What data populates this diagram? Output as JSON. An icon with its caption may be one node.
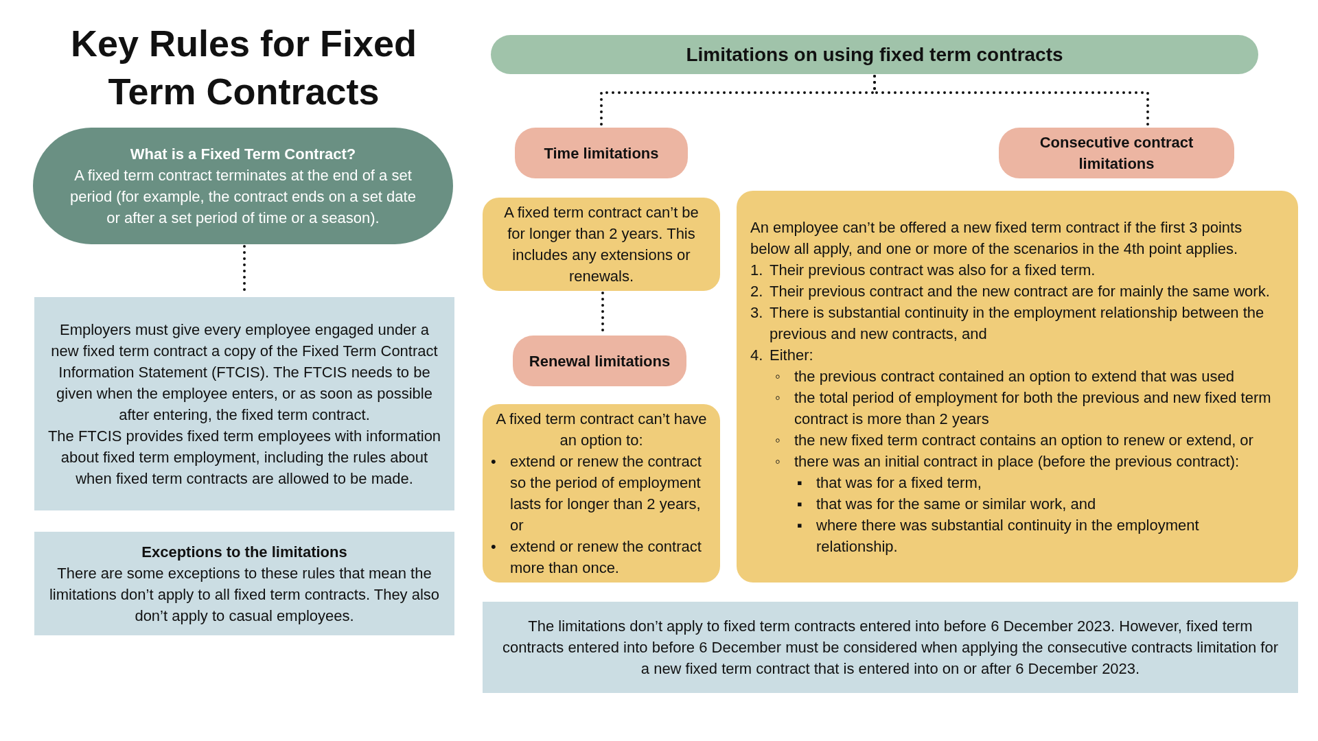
{
  "diagram": {
    "title": "Key Rules for Fixed Term Contracts",
    "nodes": [
      {
        "text": [
          "What is a Fixed Term Contract?",
          "A fixed term contract terminates at the end of a set period (for example, the contract ends on a set date or after a set period of time or a season)."
        ]
      },
      {
        "text": [
          "Employers must give every employee engaged under a new fixed term contract a copy of the Fixed Term Contract Information Statement (FTCIS). The FTCIS needs to be given when the employee enters, or as soon as possible after entering, the fixed term contract.",
          "The FTCIS provides fixed term employees with information about fixed term employment, including the rules about when fixed term contracts are allowed to be made."
        ]
      },
      {
        "text": [
          "Exceptions to the limitations",
          "There are some exceptions to these rules that mean the limitations don’t apply to all fixed term contracts. They also don’t apply to casual employees."
        ]
      },
      {
        "text": [
          "Limitations on using fixed term contracts"
        ]
      },
      {
        "text": [
          "Time limitations"
        ]
      },
      {
        "text": [
          "Consecutive contract limitations"
        ]
      },
      {
        "text": [
          "A fixed term contract can’t be for longer than 2 years. This includes any extensions or renewals."
        ]
      },
      {
        "text": [
          "Renewal limitations"
        ]
      },
      {
        "text": [
          "A fixed term contract can’t have an option to:",
          "•",
          "extend or renew the contract so the period of employment lasts for longer than 2 years, or",
          "•",
          "extend or renew the contract more than once."
        ]
      },
      {
        "text": [
          "An employee can’t be offered a new fixed term contract if the first 3 points below all apply, and one or more of the scenarios in the 4th point applies.",
          "1.",
          "Their previous contract was also for a fixed term.",
          "2.",
          "Their previous contract and the new contract are for mainly the same work.",
          "3.",
          "There is substantial continuity in the employment relationship between the previous and new contracts, and",
          "4.",
          "Either:",
          "◦",
          "the previous contract contained an option to extend that was used",
          "◦",
          "the total period of employment for both the previous and new fixed term contract is more than 2 years",
          "◦",
          "the new fixed term contract contains an option to renew or extend, or",
          "◦",
          "there was an initial contract in place (before the previous contract):",
          "▪",
          "that was for a fixed term,",
          "▪",
          "that was for the same or similar work, and",
          "▪",
          "where there was substantial continuity in the employment relationship."
        ]
      },
      {
        "text": [
          "The limitations don’t apply to fixed term contracts entered into before 6 December 2023. However, fixed term contracts entered into before 6 December must be considered when applying the consecutive contracts limitation for a new fixed term contract that is entered into on or after 6 December 2023."
        ]
      }
    ],
    "edges": [
      {
        "from": 0,
        "to": 1,
        "arrow": "none",
        "style": "dashed"
      },
      {
        "from": 3,
        "to": 4,
        "arrow": "none",
        "style": "dashed"
      },
      {
        "from": 3,
        "to": 5,
        "arrow": "none",
        "style": "dashed"
      },
      {
        "from": 6,
        "to": 7,
        "arrow": "none",
        "style": "dashed"
      }
    ]
  }
}
